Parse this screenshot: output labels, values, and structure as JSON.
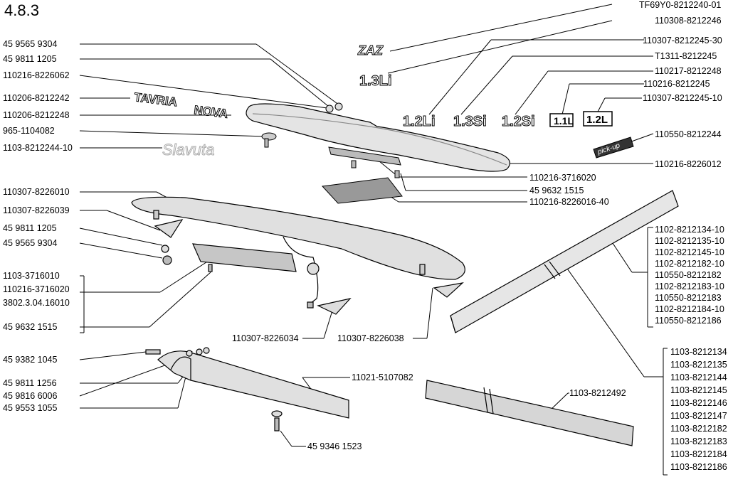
{
  "section": "4.8.3",
  "labels": {
    "tf69y0": "TF69Y0-8212240-01",
    "l110308_246": "110308-8212246",
    "l110307_245_30": "110307-8212245-30",
    "t1311": "T1311-8212245",
    "l110217_248": "110217-8212248",
    "l110216_245": "110216-8212245",
    "l110307_245_10": "110307-8212245-10",
    "l110550_244": "110550-8212244",
    "l110216_6012": "110216-8226012",
    "l110216_3716020": "110216-3716020",
    "l45_9632_1515_a": "45 9632 1515",
    "l110216_6016_40": "110216-8226016-40",
    "l45_9565_9304_a": "45 9565 9304",
    "l45_9811_1205_a": "45 9811 1205",
    "l110216_6062": "110216-8226062",
    "l110206_242": "110206-8212242",
    "l110206_248": "110206-8212248",
    "l965": "965-1104082",
    "l1103_244_10": "1103-8212244-10",
    "l110307_6010": "110307-8226010",
    "l110307_6039": "110307-8226039",
    "l45_9811_1205_b": "45 9811 1205",
    "l45_9565_9304_b": "45 9565 9304",
    "l45_9632_1515_b": "45 9632 1515",
    "l110307_6034": "110307-8226034",
    "l110307_6038": "110307-8226038",
    "l45_9382_1045": "45 9382 1045",
    "l45_9811_1256": "45 9811 1256",
    "l45_9816_6006": "45 9816 6006",
    "l45_9553_1055": "45 9553 1055",
    "l11021_5107082": "11021-5107082",
    "l45_9346_1523": "45 9346 1523",
    "l1103_8212492": "1103-8212492"
  },
  "group_left": [
    "1103-3716010",
    "110216-3716020",
    "3802.3.04.16010"
  ],
  "group_right_a": [
    "1102-8212134-10",
    "1102-8212135-10",
    "1102-8212145-10",
    "1102-8212182-10",
    "110550-8212182",
    "1102-8212183-10",
    "110550-8212183",
    "1102-8212184-10",
    "110550-8212186"
  ],
  "group_right_b": [
    "1103-8212134",
    "1103-8212135",
    "1103-8212144",
    "1103-8212145",
    "1103-8212146",
    "1103-8212147",
    "1103-8212182",
    "1103-8212183",
    "1103-8212184",
    "1103-8212186"
  ],
  "badges": {
    "zaz": "ZAZ",
    "b13li": "1.3Li",
    "b12li": "1.2Li",
    "b13si": "1.3Si",
    "b12si": "1.2Si",
    "b11l": "1.1L",
    "b12l": "1.2L",
    "tavria": "TAVRIA",
    "nova": "NOVA",
    "slavuta": "Slavuta",
    "pickup": "pick-up"
  }
}
